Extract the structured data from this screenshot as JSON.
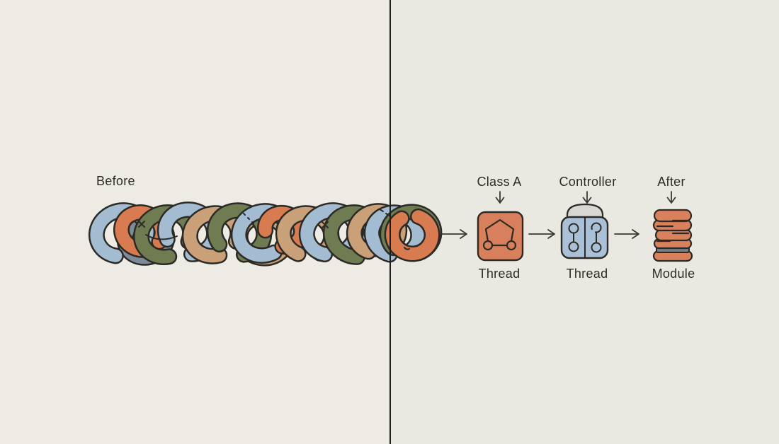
{
  "before": {
    "label": "Before"
  },
  "flow": {
    "steps": [
      {
        "top_label": "Class A",
        "bottom_label": "Thread",
        "icon": "class-a-thread-icon"
      },
      {
        "top_label": "Controller",
        "bottom_label": "Thread",
        "icon": "controller-thread-icon"
      },
      {
        "top_label": "After",
        "bottom_label": "Module",
        "icon": "module-spool-icon"
      }
    ],
    "right_arrow_glyph": "→",
    "down_arrow_glyph": "↓"
  },
  "palette": {
    "blue": "#A3BCD2",
    "green": "#6F7C52",
    "orange": "#D87B50",
    "tan": "#C9A078",
    "slate": "#808B99",
    "outline": "#2B2A26",
    "icon_orange": "#D8805C",
    "icon_blue": "#A9C0D6",
    "dome_gray": "#D8D7D1",
    "band_gray": "#7A7E85",
    "label_color": "#2C2B27",
    "divider_color": "#1E1E1C",
    "bg_left": "#EDEBE4",
    "bg_right": "#E9E8E1",
    "arrow_color": "#3A3833"
  }
}
